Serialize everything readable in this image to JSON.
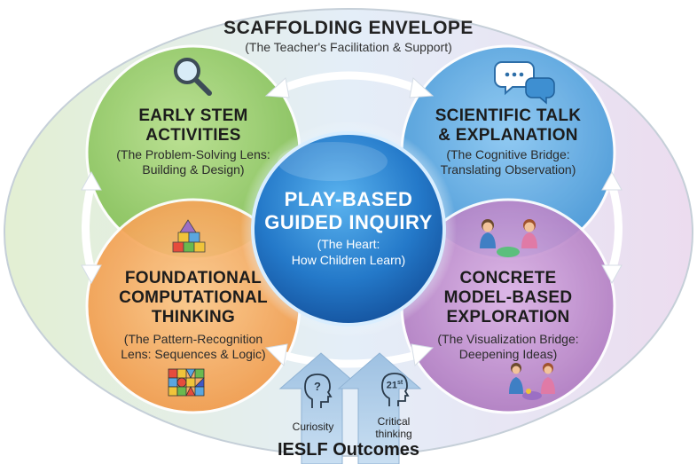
{
  "envelope": {
    "title": "SCAFFOLDING ENVELOPE",
    "subtitle": "(The Teacher's Facilitation & Support)"
  },
  "center": {
    "title_line1": "PLAY-BASED",
    "title_line2": "GUIDED INQUIRY",
    "sub_line1": "(The Heart:",
    "sub_line2": "How Children Learn)"
  },
  "early_stem": {
    "title_line1": "EARLY STEM",
    "title_line2": "ACTIVITIES",
    "sub_line1": "(The Problem-Solving Lens:",
    "sub_line2": "Building & Design)",
    "icon": "magnifying-glass-icon"
  },
  "scientific_talk": {
    "title_line1": "SCIENTIFIC TALK",
    "title_line2": "& EXPLANATION",
    "sub_line1": "(The Cognitive Bridge:",
    "sub_line2": "Translating Observation)",
    "icon": "speech-bubbles-icon"
  },
  "computational": {
    "title_line1": "FOUNDATIONAL",
    "title_line2": "COMPUTATIONAL",
    "title_line3": "THINKING",
    "sub_line1": "(The Pattern-Recognition",
    "sub_line2": "Lens: Sequences & Logic)",
    "icons": [
      "building-blocks-icon",
      "pattern-tiles-icon"
    ]
  },
  "concrete_model": {
    "title_line1": "CONCRETE",
    "title_line2": "MODEL-BASED",
    "title_line3": "EXPLORATION",
    "sub_line1": "(The Visualization Bridge:",
    "sub_line2": "Deepening Ideas)",
    "icons": [
      "children-playing-icon",
      "children-building-icon"
    ]
  },
  "outcomes": {
    "title": "IESLF Outcomes",
    "curiosity": "Curiosity",
    "critical_line1": "Critical",
    "critical_line2": "thinking",
    "badge_number": "21",
    "badge_suffix": "st"
  },
  "colors": {
    "green": "#8cc760",
    "blue": "#4a9fdc",
    "orange": "#f4a04e",
    "purple": "#b681c4",
    "center": "#1f6fc1"
  }
}
